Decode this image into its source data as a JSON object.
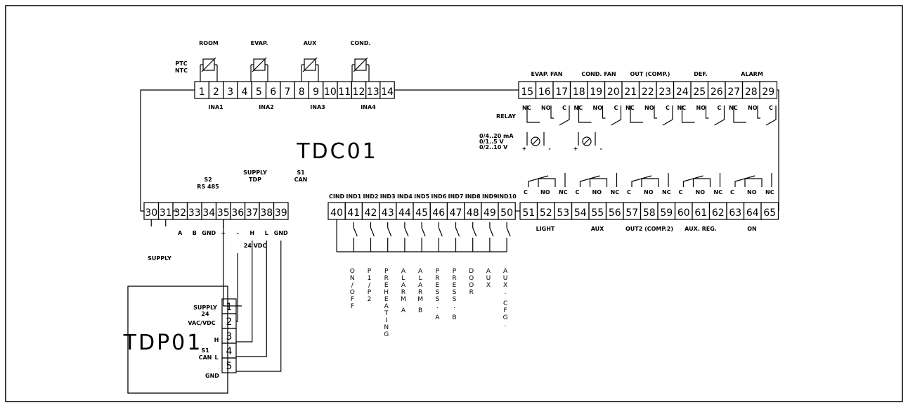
{
  "controller": {
    "name": "TDC01",
    "sensor_type": [
      "PTC",
      "NTC"
    ],
    "probes": [
      "ROOM",
      "EVAP.",
      "AUX",
      "COND."
    ],
    "analog_inputs": [
      "INA1",
      "INA2",
      "INA3",
      "INA4"
    ],
    "top_terminals": [
      "1",
      "2",
      "3",
      "4",
      "5",
      "6",
      "7",
      "8",
      "9",
      "10",
      "11",
      "12",
      "13",
      "14"
    ],
    "relay_label": "RELAY",
    "relay_groups_top": [
      "EVAP. FAN",
      "COND. FAN",
      "OUT (COMP.)",
      "DEF.",
      "ALARM"
    ],
    "relay_terminals_top": [
      "15",
      "16",
      "17",
      "18",
      "19",
      "20",
      "21",
      "22",
      "23",
      "24",
      "25",
      "26",
      "27",
      "28",
      "29"
    ],
    "relay_contacts_top": [
      "NC",
      "NO",
      "C"
    ],
    "analog_out_ranges": [
      "0/4..20 mA",
      "0/1..5 V",
      "0/2..10 V"
    ],
    "analog_out_signs": [
      "+",
      "-"
    ],
    "bottom_left_terminals": [
      "30",
      "31",
      "32",
      "33",
      "34",
      "35",
      "36",
      "37",
      "38",
      "39"
    ],
    "bottom_group_labels": [
      "S2",
      "RS 485",
      "SUPPLY",
      "TDP",
      "S1",
      "CAN"
    ],
    "bottom_pin_labels": [
      "A",
      "B",
      "GND",
      "+",
      "-",
      "H",
      "L",
      "GND"
    ],
    "supply_label": "SUPPLY",
    "supply_voltage": "24 VDC",
    "digital_inputs": [
      "CIND",
      "IND1",
      "IND2",
      "IND3",
      "IND4",
      "IND5",
      "IND6",
      "IND7",
      "IND8",
      "IND9",
      "IND10"
    ],
    "digital_terminals": [
      "40",
      "41",
      "42",
      "43",
      "44",
      "45",
      "46",
      "47",
      "48",
      "49",
      "50"
    ],
    "digital_functions": [
      "ON/OFF",
      "P1/P2",
      "PREHEATING",
      "ALARM A",
      "ALARM B",
      "PRESS. A",
      "PRESS. B",
      "DOOR",
      "AUX",
      "AUX. CFG."
    ],
    "relay_terminals_bottom": [
      "51",
      "52",
      "53",
      "54",
      "55",
      "56",
      "57",
      "58",
      "59",
      "60",
      "61",
      "62",
      "63",
      "64",
      "65"
    ],
    "relay_contacts_bottom": [
      "C",
      "NO",
      "NC"
    ],
    "relay_groups_bottom": [
      "LIGHT",
      "AUX",
      "OUT2 (COMP.2)",
      "AUX. REG.",
      "ON"
    ]
  },
  "display": {
    "name": "TDP01",
    "terminals": [
      "1",
      "2",
      "3",
      "4",
      "5"
    ],
    "labels": [
      "SUPPLY",
      "24",
      "VAC/VDC",
      "H",
      "S1",
      "CAN",
      "L",
      "GND"
    ]
  }
}
